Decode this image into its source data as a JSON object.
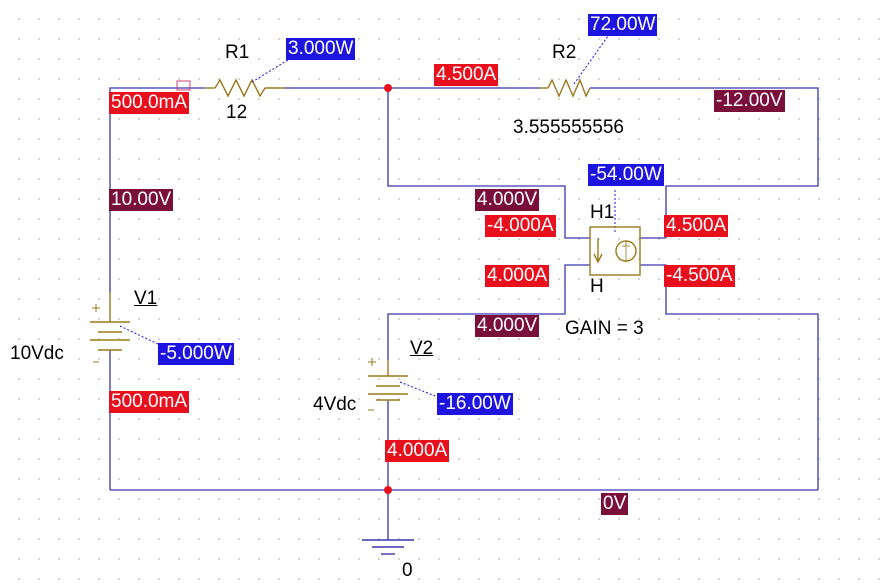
{
  "components": {
    "r1": {
      "name": "R1",
      "value": "12",
      "power": "3.000W"
    },
    "r2": {
      "name": "R2",
      "value": "3.555555556",
      "power": "72.00W"
    },
    "v1": {
      "name": "V1",
      "value": "10Vdc",
      "power": "-5.000W"
    },
    "v2": {
      "name": "V2",
      "value": "4Vdc",
      "power": "-16.00W"
    },
    "h1": {
      "name": "H1",
      "type": "H",
      "gain": "GAIN = 3",
      "power": "-54.00W"
    },
    "ground": {
      "label": "0"
    }
  },
  "voltages": {
    "v1_top": "10.00V",
    "r2_right": "-12.00V",
    "h1_in_top": "4.000V",
    "h1_in_bottom": "4.000V",
    "ground_node": "0V"
  },
  "currents": {
    "r1": "500.0mA",
    "r2": "4.500A",
    "h1_in_top": "-4.000A",
    "h1_in_bottom": "4.000A",
    "h1_out_top": "4.500A",
    "h1_out_bottom": "-4.500A",
    "v1_bottom": "500.0mA",
    "v2_bottom": "4.000A"
  },
  "colors": {
    "wire": "#3a36b0",
    "component": "#9a7a1c",
    "current_bg": "#e8101c",
    "power_bg": "#1d14e0",
    "voltage_bg": "#7a0f3a",
    "junction": "#e8101c"
  }
}
